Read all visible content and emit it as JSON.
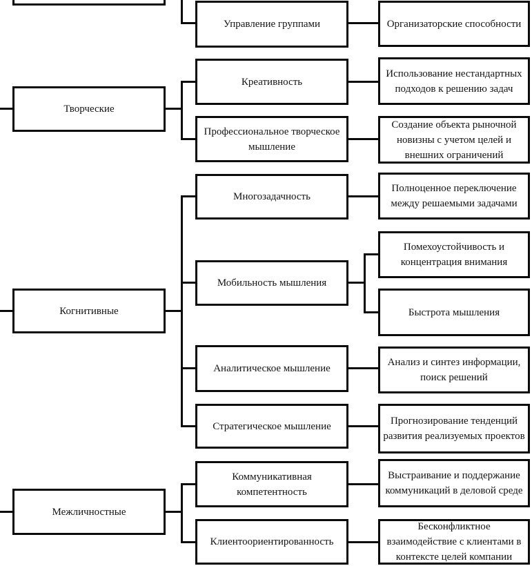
{
  "diagram_type": "hierarchy-tree",
  "colors": {
    "background": "#ffffff",
    "border": "#0a0a0a",
    "text": "#141414"
  },
  "groups": [
    {
      "category": "",
      "skills": [
        {
          "name": "Управление группами",
          "result": "Организаторские способности"
        }
      ]
    },
    {
      "category": "Творческие",
      "skills": [
        {
          "name": "Креативность",
          "result": "Использование нестандартных подходов к решению задач"
        },
        {
          "name": "Профессиональное творческое мышление",
          "result": "Создание объекта рыночной новизны с учетом целей и внешних ограничений"
        }
      ]
    },
    {
      "category": "Когнитивные",
      "skills": [
        {
          "name": "Многозадачность",
          "result": "Полноценное переключение между решаемыми задачами"
        },
        {
          "name": "Мобильность мышления",
          "results": [
            "Помехоустойчивость и концентрация внимания",
            "Быстрота мышления"
          ]
        },
        {
          "name": "Аналитическое мышление",
          "result": "Анализ и синтез информации, поиск решений"
        },
        {
          "name": "Стратегическое мышление",
          "result": "Прогнозирование тенденций развития реализуемых проектов"
        }
      ]
    },
    {
      "category": "Межличностные",
      "skills": [
        {
          "name": "Коммуникативная компетентность",
          "result": "Выстраивание и поддержание коммуникаций в деловой среде"
        },
        {
          "name": "Клиентоориентированность",
          "result": "Бесконфликтное взаимодействие с клиентами в контексте целей компании"
        }
      ]
    }
  ]
}
